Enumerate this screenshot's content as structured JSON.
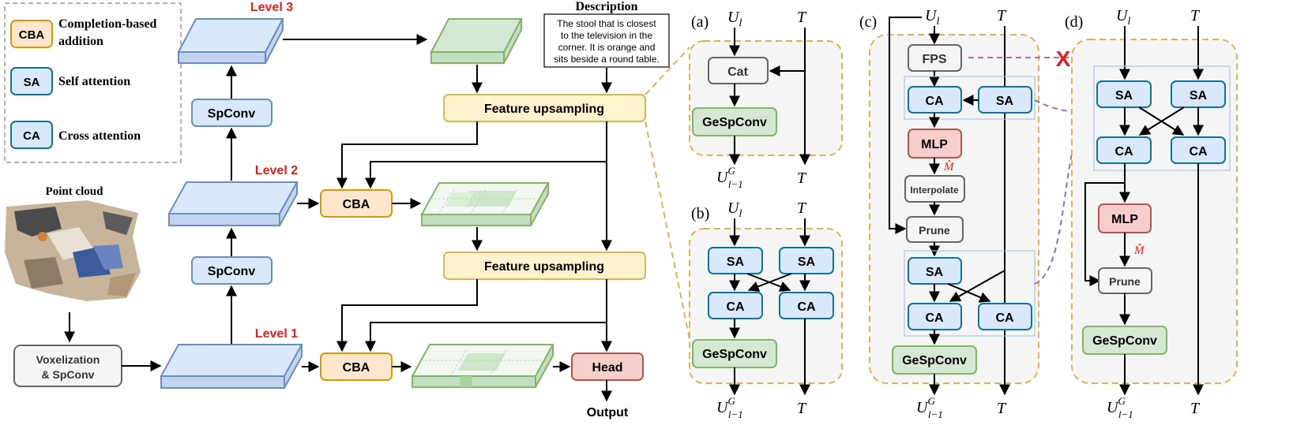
{
  "legend": {
    "items": [
      {
        "abbr": "CBA",
        "line1": "Completion-based",
        "line2": "addition"
      },
      {
        "abbr": "SA",
        "line1": "Self attention",
        "line2": ""
      },
      {
        "abbr": "CA",
        "line1": "Cross attention",
        "line2": ""
      }
    ]
  },
  "main": {
    "level3": "Level 3",
    "level2": "Level 2",
    "level1": "Level 1",
    "point_cloud": "Point cloud",
    "voxelization_l1": "Voxelization",
    "voxelization_l2": "& SpConv",
    "spconv": "SpConv",
    "cba": "CBA",
    "feature_upsampling": "Feature upsampling",
    "head": "Head",
    "output": "Output",
    "description_title": "Description",
    "description_lines": [
      "The stool that is closest",
      "to the television in the",
      "corner. It is orange and",
      "sits beside a round table."
    ]
  },
  "panels": {
    "a": "(a)",
    "b": "(b)",
    "c": "(c)",
    "d": "(d)",
    "u_base": "U",
    "u_sub": "l",
    "out_sub": "l−1",
    "out_sup": "G",
    "t": "T",
    "m_hat": "M̂",
    "cat": "Cat",
    "gespconv": "GeSpConv",
    "sa": "SA",
    "ca": "CA",
    "fps": "FPS",
    "mlp": "MLP",
    "interpolate": "Interpolate",
    "prune": "Prune",
    "cross": "X"
  },
  "colors": {
    "blue_fill": "#dae8fc",
    "blue_stroke": "#6c8ebf",
    "orange_fill": "#ffe6cc",
    "orange_stroke": "#d79b00",
    "yellow_fill": "#fff2cc",
    "yellow_stroke": "#d6b656",
    "green_fill": "#d5e8d4",
    "green_stroke": "#82b366",
    "red_fill": "#f8cecc",
    "red_stroke": "#b85450",
    "teal_stroke": "#10739e",
    "gray_fill": "#f5f5f5",
    "level_red": "#e02020",
    "dashed_purple": "#9673a6"
  }
}
